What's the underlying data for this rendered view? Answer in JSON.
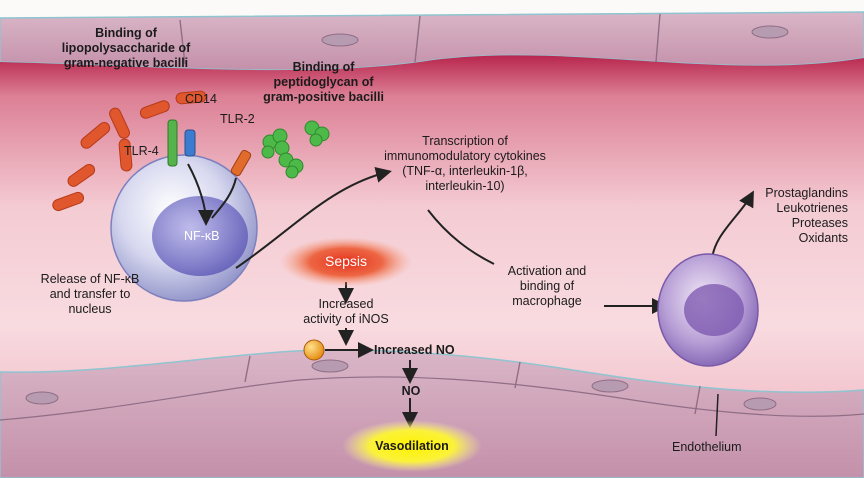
{
  "labels": {
    "lps_title": [
      "Binding of",
      "lipopolysaccharide of",
      "gram-negative bacilli"
    ],
    "pg_title": [
      "Binding of",
      "peptidoglycan of",
      "gram-positive bacilli"
    ],
    "cd14": "CD14",
    "tlr4": "TLR-4",
    "tlr2": "TLR-2",
    "nfkb": "NF-κB",
    "release": [
      "Release of NF-κB",
      "and transfer to",
      "nucleus"
    ],
    "transcription": [
      "Transcription of",
      "immunomodulatory cytokines",
      "(TNF-α, interleukin-1β,",
      "interleukin-10)"
    ],
    "sepsis": "Sepsis",
    "inos": [
      "Increased",
      "activity of iNOS"
    ],
    "increased_no": "Increased NO",
    "no": "NO",
    "vasodilation": "Vasodilation",
    "activation": [
      "Activation and",
      "binding of",
      "macrophage"
    ],
    "mediators": [
      "Prostaglandins",
      "Leukotrienes",
      "Proteases",
      "Oxidants"
    ],
    "endothelium": "Endothelium"
  }
}
